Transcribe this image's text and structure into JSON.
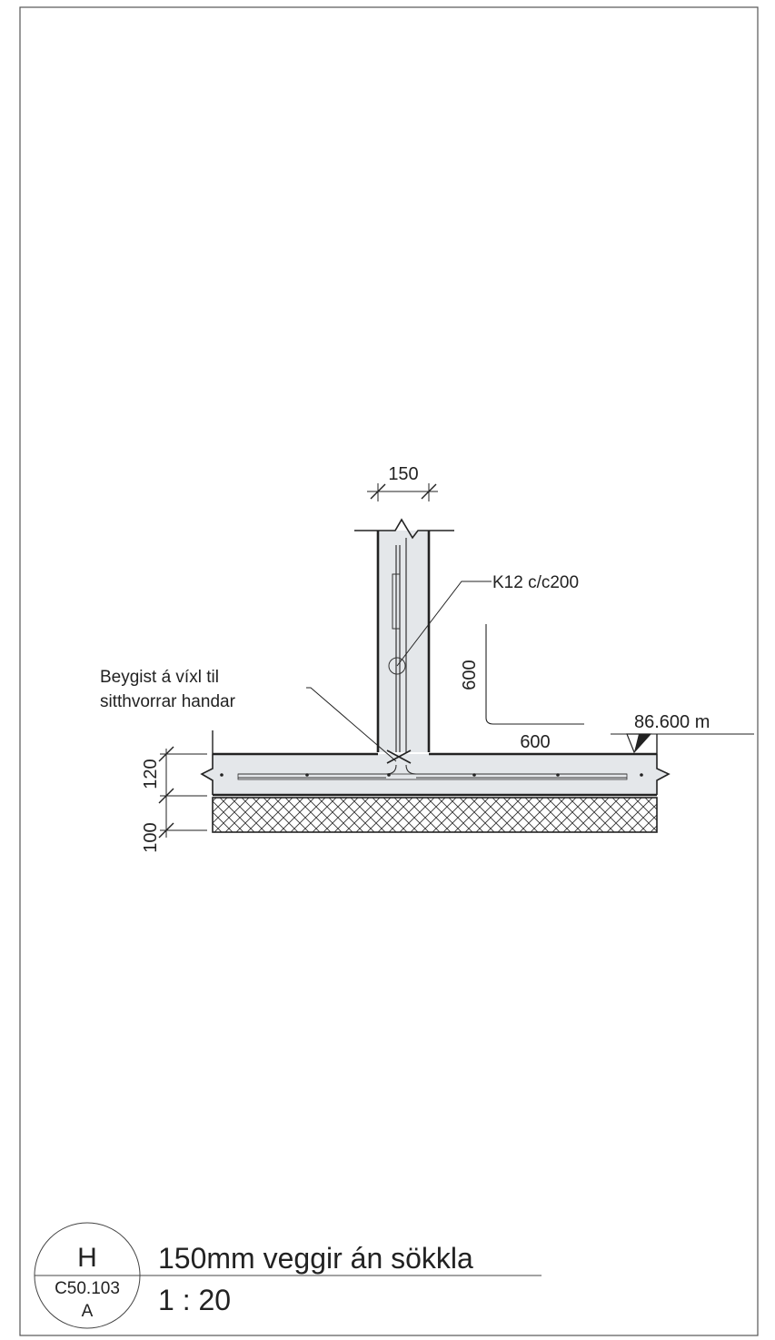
{
  "drawing": {
    "dim_wall_thickness": "150",
    "rebar_label": "K12 c/c200",
    "dim_vertical": "600",
    "dim_horizontal": "600",
    "level_label": "86.600 m",
    "note_line1": "Beygist á víxl til",
    "note_line2": "sitthvorrar handar",
    "dim_slab": "120",
    "dim_insulation": "100"
  },
  "title_block": {
    "detail_letter": "H",
    "sheet_ref": "C50.103",
    "revision": "A",
    "title": "150mm veggir án sökkla",
    "scale": "1 : 20"
  }
}
